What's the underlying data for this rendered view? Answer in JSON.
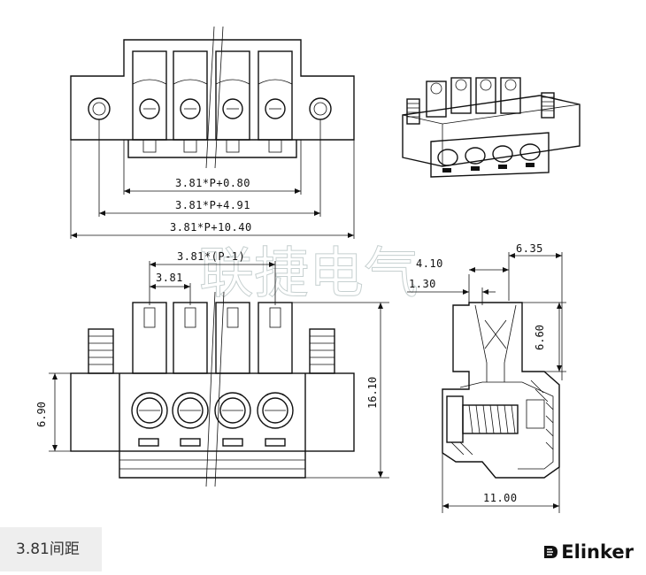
{
  "drawing": {
    "dimensions": {
      "p_plus_080": "3.81*P+0.80",
      "p_plus_491": "3.81*P+4.91",
      "p_plus_1040": "3.81*P+10.40",
      "p_minus_1": "3.81*(P-1)",
      "pitch": "3.81",
      "height_690": "6.90",
      "height_1610": "16.10",
      "depth_635": "6.35",
      "depth_410": "4.10",
      "depth_130": "1.30",
      "height_660": "6.60",
      "width_1100": "11.00"
    },
    "watermark": "联捷电气"
  },
  "footer": {
    "spacing_label": "3.81间距",
    "brand_name": "Elinker"
  }
}
